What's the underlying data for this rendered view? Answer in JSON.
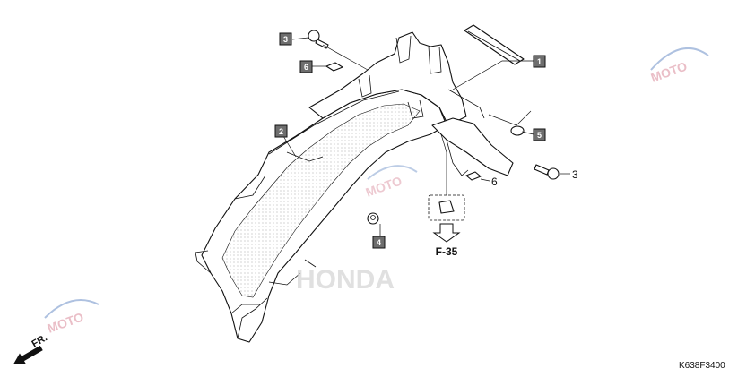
{
  "diagram": {
    "callouts": [
      {
        "id": "c1",
        "label": "1",
        "boxed": true
      },
      {
        "id": "c2",
        "label": "2",
        "boxed": true
      },
      {
        "id": "c3a",
        "label": "3",
        "boxed": true
      },
      {
        "id": "c3b",
        "label": "3",
        "boxed": false
      },
      {
        "id": "c4",
        "label": "4",
        "boxed": true
      },
      {
        "id": "c5",
        "label": "5",
        "boxed": true
      },
      {
        "id": "c6a",
        "label": "6",
        "boxed": true
      },
      {
        "id": "c6b",
        "label": "6",
        "boxed": false
      }
    ],
    "reference_label": "F-35",
    "front_label": "FR.",
    "part_code": "K638F3400",
    "watermark_text": "MOTO",
    "brand_watermark": "HONDA"
  },
  "colors": {
    "callout_fill": "#6e6e6e",
    "line": "#111111",
    "watermark": "#c8c8c8"
  },
  "icons": {
    "front_arrow": "arrow-down-left-icon",
    "reference_arrow": "arrow-down-icon"
  }
}
